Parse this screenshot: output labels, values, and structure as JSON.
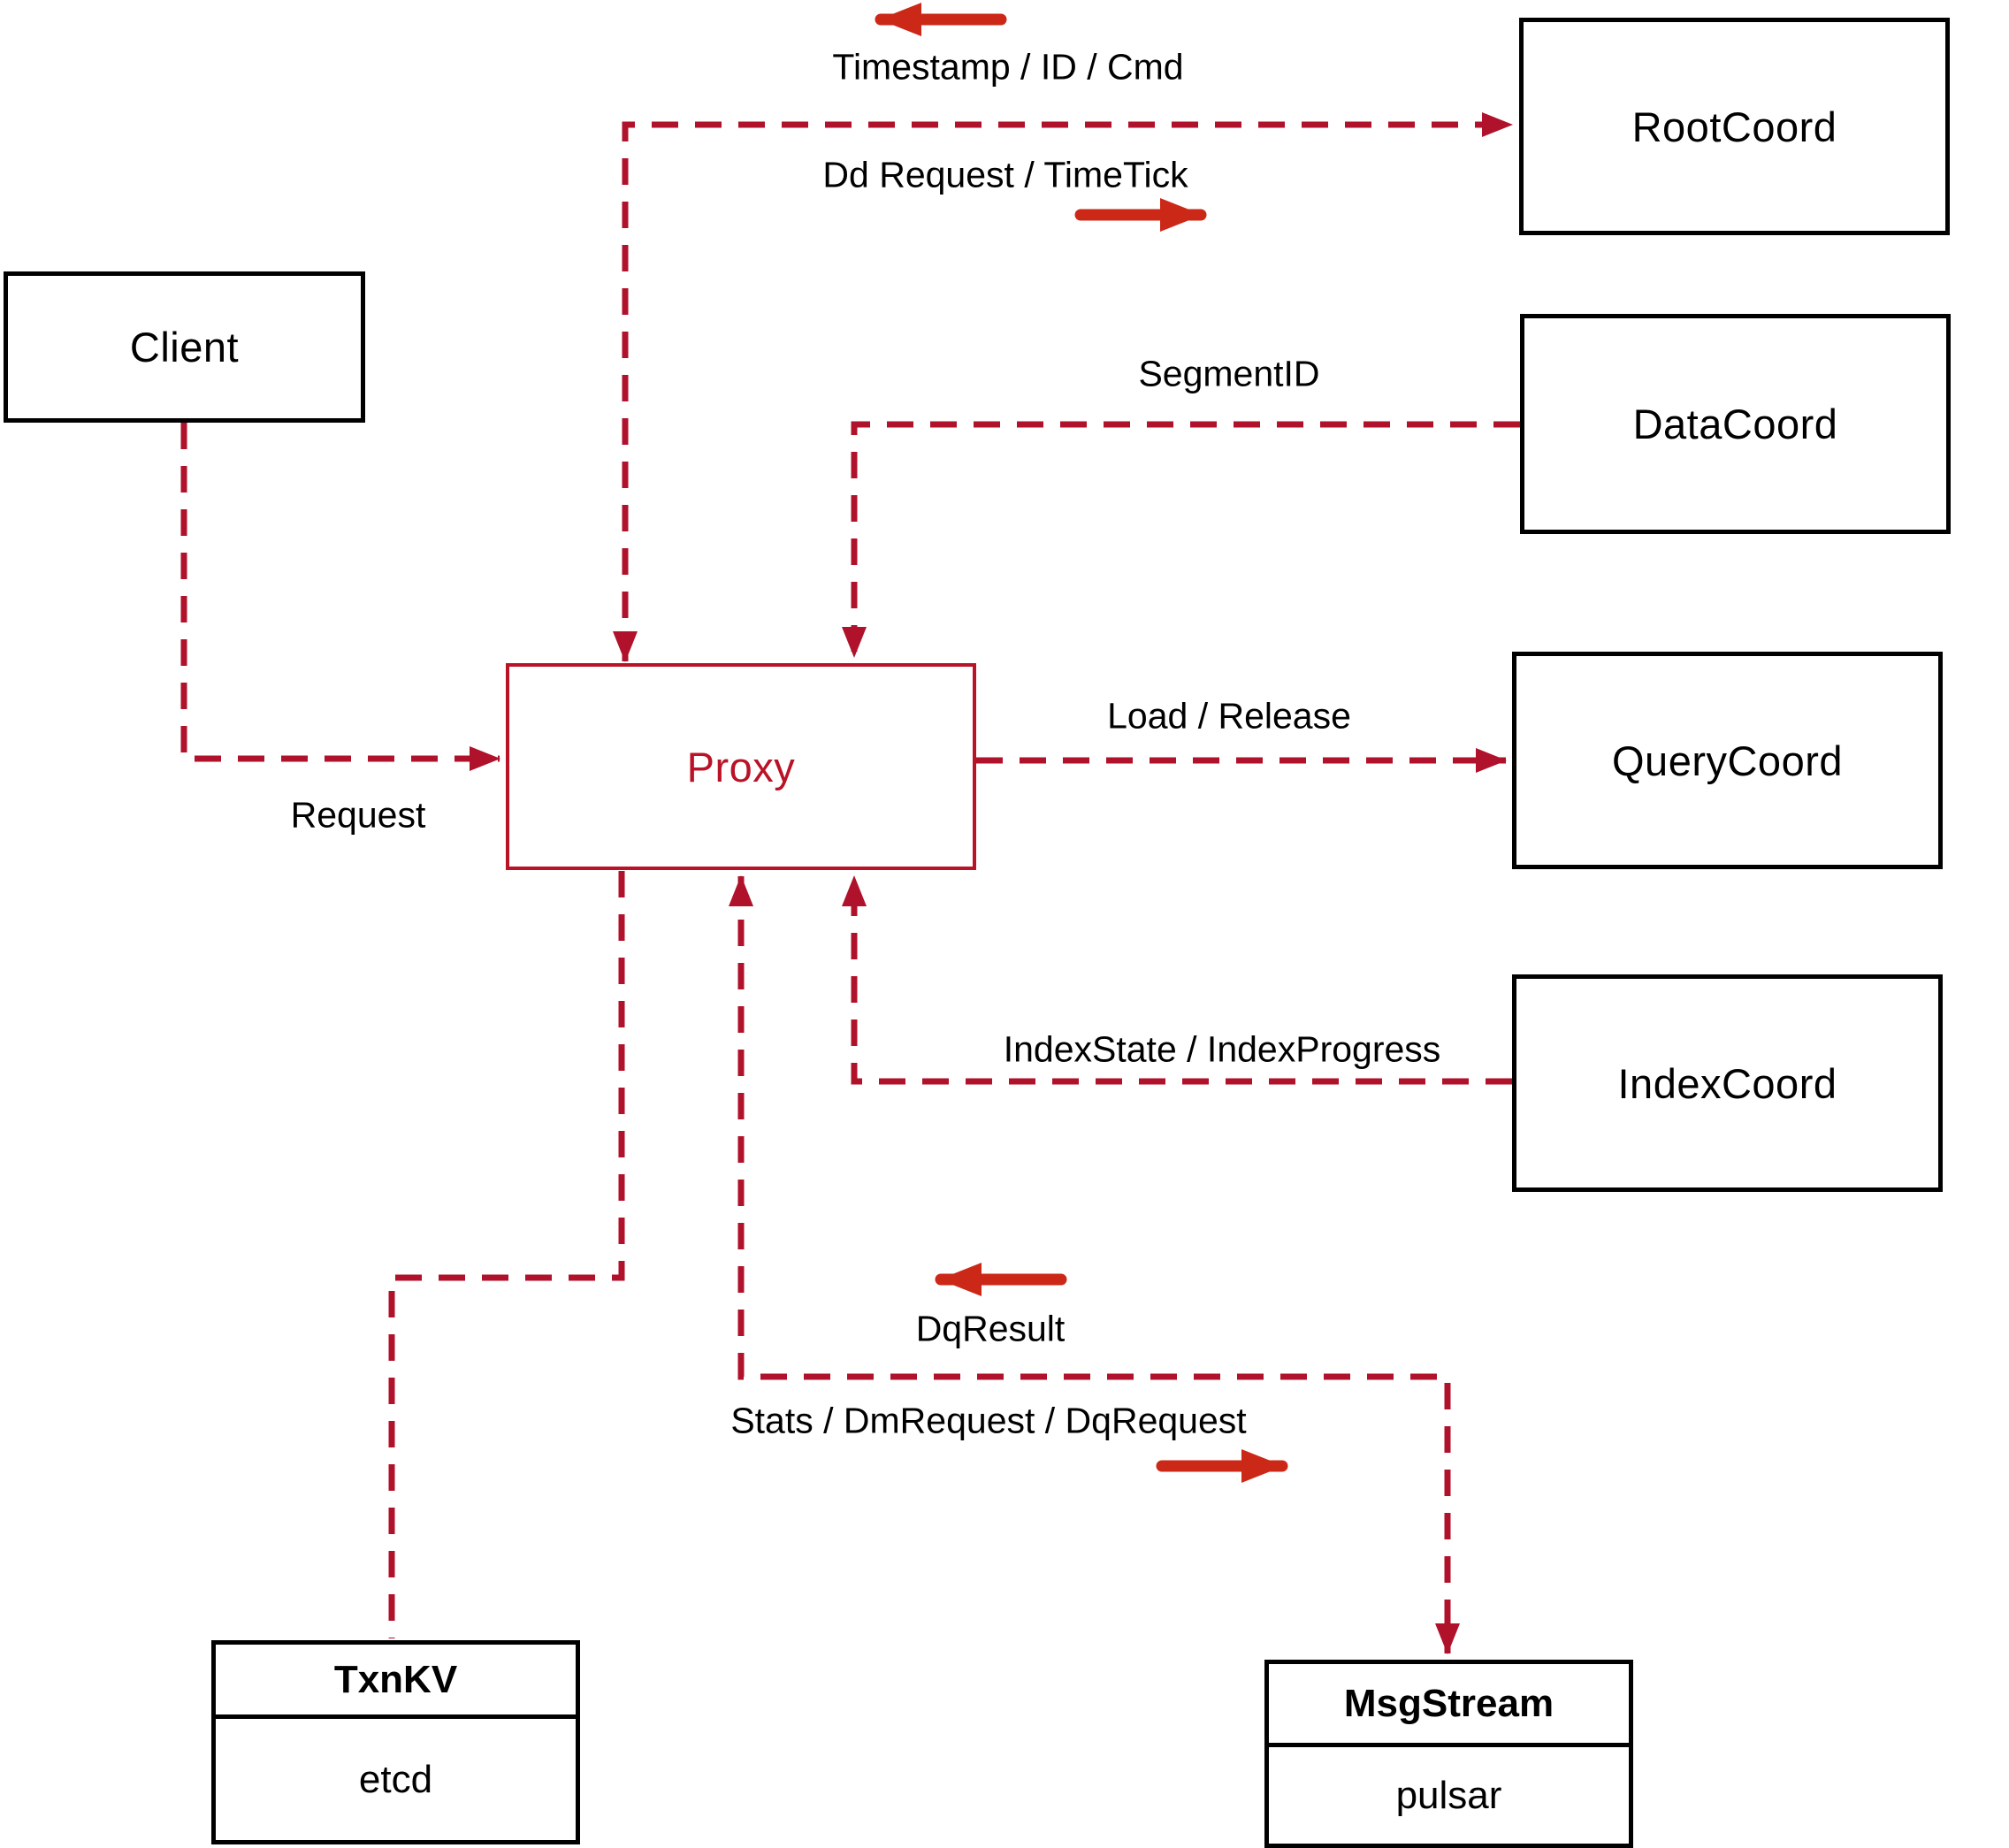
{
  "diagram": {
    "nodes": {
      "client": {
        "label": "Client"
      },
      "rootcoord": {
        "label": "RootCoord"
      },
      "datacoord": {
        "label": "DataCoord"
      },
      "querycoord": {
        "label": "QueryCoord"
      },
      "indexcoord": {
        "label": "IndexCoord"
      },
      "proxy": {
        "label": "Proxy"
      },
      "txnkv": {
        "title": "TxnKV",
        "value": "etcd"
      },
      "msgstream": {
        "title": "MsgStream",
        "value": "pulsar"
      }
    },
    "edge_labels": {
      "timestamp_id_cmd": "Timestamp / ID / Cmd",
      "dd_request_timetick": "Dd Request / TimeTick",
      "segment_id": "SegmentID",
      "load_release": "Load / Release",
      "index_state": "IndexState / IndexProgress",
      "dq_result": "DqResult",
      "stats_dm_dq": "Stats / DmRequest / DqRequest",
      "request": "Request"
    },
    "colors": {
      "dashed_line": "#b0122b",
      "solid_arrow": "#cc2817",
      "proxy_accent": "#ba1226",
      "box_border": "#000000",
      "label_text": "#000000"
    }
  }
}
